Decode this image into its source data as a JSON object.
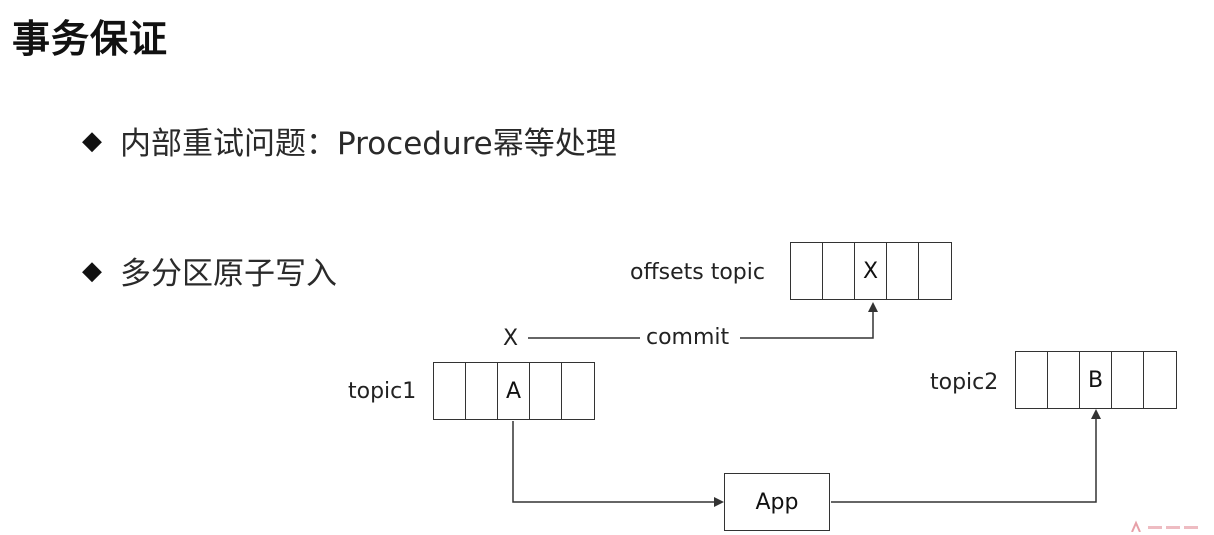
{
  "title": "事务保证",
  "bullets": [
    {
      "marker": "◆",
      "text": "内部重试问题：Procedure幂等处理"
    },
    {
      "marker": "◆",
      "text": "多分区原子写入"
    }
  ],
  "diagram": {
    "offsets_topic": {
      "label": "offsets topic",
      "cells": [
        "",
        "",
        "X",
        "",
        ""
      ]
    },
    "topic1": {
      "label": "topic1",
      "cells": [
        "",
        "",
        "A",
        "",
        ""
      ]
    },
    "topic2": {
      "label": "topic2",
      "cells": [
        "",
        "",
        "B",
        "",
        ""
      ]
    },
    "commit": {
      "source_mark": "X",
      "label": "commit"
    },
    "app": {
      "label": "App"
    }
  },
  "colors": {
    "line": "#333333",
    "text": "#222222",
    "watermark": "#e7a0a8"
  }
}
